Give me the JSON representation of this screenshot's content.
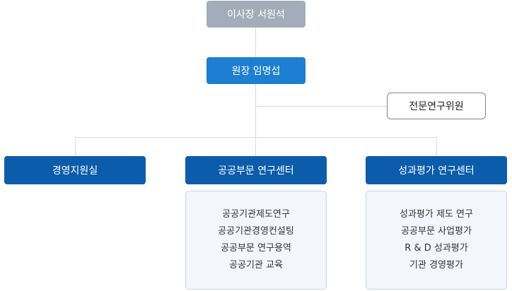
{
  "org": {
    "chair": "이사장 서원석",
    "director": "원장 임명섭",
    "advisory": "전문연구위원",
    "departments": [
      {
        "name": "경영지원실",
        "duties": []
      },
      {
        "name": "공공부문 연구센터",
        "duties": [
          "공공기관제도연구",
          "공공기관경영컨설팅",
          "공공부문 연구용역",
          "공공기관 교육"
        ]
      },
      {
        "name": "성과평가 연구센터",
        "duties": [
          "성과평가 제도 연구",
          "공공부문 사업평가",
          "R & D 성과평가",
          "기관 경영평가"
        ]
      }
    ]
  }
}
